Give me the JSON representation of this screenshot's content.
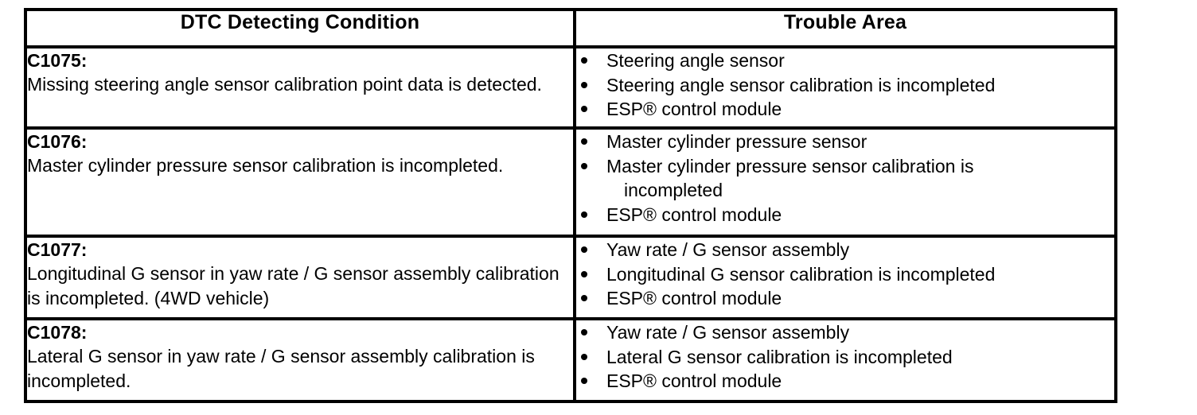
{
  "table": {
    "headers": [
      {
        "label": "DTC Detecting Condition"
      },
      {
        "label": "Trouble Area"
      }
    ],
    "rows": [
      {
        "code": "C1075:",
        "description": "Missing steering angle sensor calibration point data is detected.",
        "trouble_area": [
          {
            "text": "Steering angle sensor"
          },
          {
            "text": "Steering angle sensor calibration is incompleted"
          },
          {
            "text": "ESP® control module"
          }
        ]
      },
      {
        "code": "C1076:",
        "description": "Master cylinder pressure sensor calibration is incompleted.",
        "trouble_area": [
          {
            "text": "Master cylinder pressure sensor"
          },
          {
            "text": "Master cylinder pressure sensor calibration is",
            "wrap": "incompleted"
          },
          {
            "text": "ESP® control module"
          }
        ]
      },
      {
        "code": "C1077:",
        "description": "Longitudinal G sensor in yaw rate / G sensor assembly calibration is incompleted. (4WD vehicle)",
        "trouble_area": [
          {
            "text": "Yaw rate / G sensor assembly"
          },
          {
            "text": "Longitudinal G sensor calibration is incompleted"
          },
          {
            "text": "ESP® control module"
          }
        ]
      },
      {
        "code": "C1078:",
        "description": "Lateral G sensor in yaw rate / G sensor assembly calibration is incompleted.",
        "trouble_area": [
          {
            "text": "Yaw rate / G sensor assembly"
          },
          {
            "text": "Lateral G sensor calibration is incompleted"
          },
          {
            "text": "ESP® control module"
          }
        ]
      }
    ]
  },
  "colors": {
    "border": "#000000",
    "background": "#ffffff",
    "text": "#000000"
  }
}
